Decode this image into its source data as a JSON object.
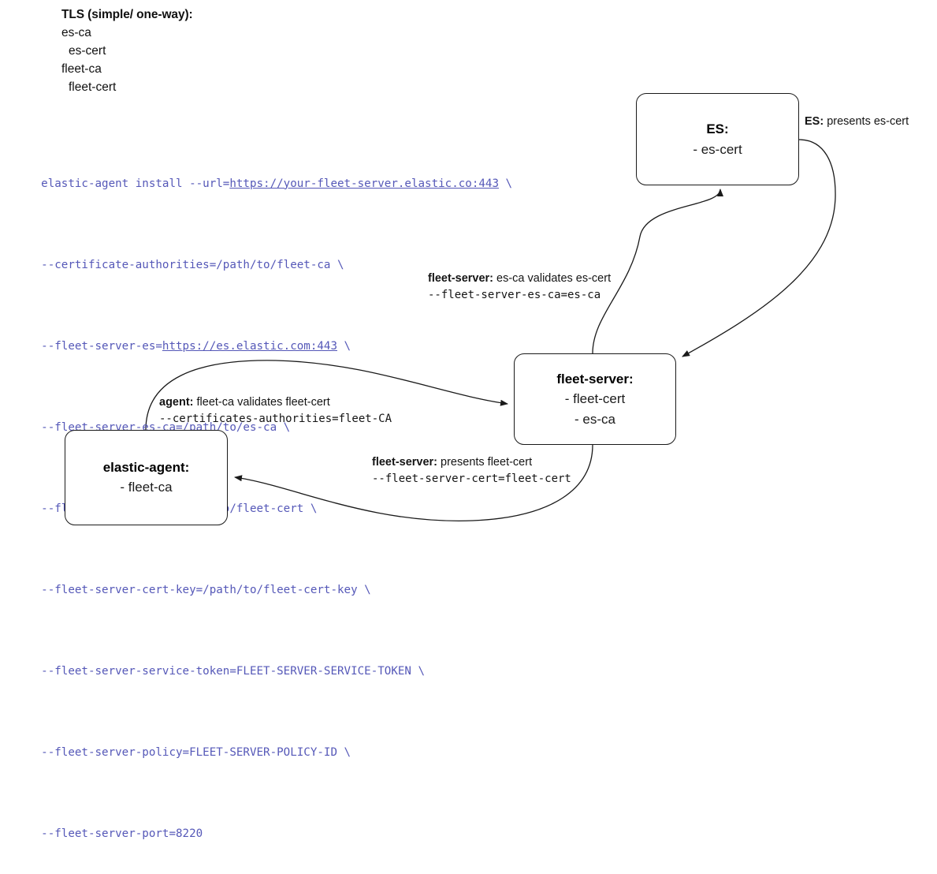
{
  "legend": {
    "title": "TLS (simple/ one-way):",
    "items": [
      {
        "text": "es-ca",
        "indent": false
      },
      {
        "text": "es-cert",
        "indent": true
      },
      {
        "text": "fleet-ca",
        "indent": false
      },
      {
        "text": "fleet-cert",
        "indent": true
      }
    ]
  },
  "command": {
    "lines": [
      {
        "pre": "elastic-agent install --url=",
        "link": "https://your-fleet-server.elastic.co:443",
        "post": " \\"
      },
      {
        "pre": "--certificate-authorities=/path/to/fleet-ca \\",
        "link": "",
        "post": ""
      },
      {
        "pre": "--fleet-server-es=",
        "link": "https://es.elastic.com:443",
        "post": " \\"
      },
      {
        "pre": "--fleet-server-es-ca=/path/to/es-ca \\",
        "link": "",
        "post": ""
      },
      {
        "pre": "--fleet-server-cert=/path/to/fleet-cert \\",
        "link": "",
        "post": ""
      },
      {
        "pre": "--fleet-server-cert-key=/path/to/fleet-cert-key \\",
        "link": "",
        "post": ""
      },
      {
        "pre": "--fleet-server-service-token=FLEET-SERVER-SERVICE-TOKEN \\",
        "link": "",
        "post": ""
      },
      {
        "pre": "--fleet-server-policy=FLEET-SERVER-POLICY-ID \\",
        "link": "",
        "post": ""
      },
      {
        "pre": "--fleet-server-port=8220",
        "link": "",
        "post": ""
      }
    ],
    "color": "#5558b8"
  },
  "nodes": {
    "es": {
      "title": "ES:",
      "line1": "- es-cert"
    },
    "fleet_server": {
      "title": "fleet-server:",
      "line1": "- fleet-cert",
      "line2": "- es-ca"
    },
    "elastic_agent": {
      "title": "elastic-agent:",
      "line1": "- fleet-ca"
    }
  },
  "edge_labels": {
    "es_presents": {
      "bold": "ES:",
      "rest": " presents es-cert"
    },
    "fs_validates": {
      "bold": "fleet-server:",
      "rest": " es-ca validates es-cert",
      "mono": "--fleet-server-es-ca=es-ca"
    },
    "agent_validates": {
      "bold": "agent:",
      "rest": " fleet-ca validates fleet-cert",
      "mono": "--certificates-authorities=fleet-CA"
    },
    "fs_presents": {
      "bold": "fleet-server:",
      "rest": " presents fleet-cert",
      "mono": "--fleet-server-cert=fleet-cert"
    }
  },
  "colors": {
    "stroke": "#1a1a1a",
    "command_text": "#5558b8",
    "background": "#ffffff"
  }
}
